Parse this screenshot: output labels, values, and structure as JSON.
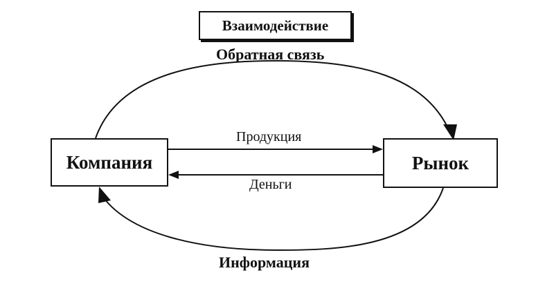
{
  "diagram": {
    "title": "Взаимодействие",
    "nodes": {
      "company": "Компания",
      "market": "Рынок"
    },
    "edges": {
      "feedback": "Обратная связь",
      "product": "Продукция",
      "money": "Деньги",
      "information": "Информация"
    }
  }
}
